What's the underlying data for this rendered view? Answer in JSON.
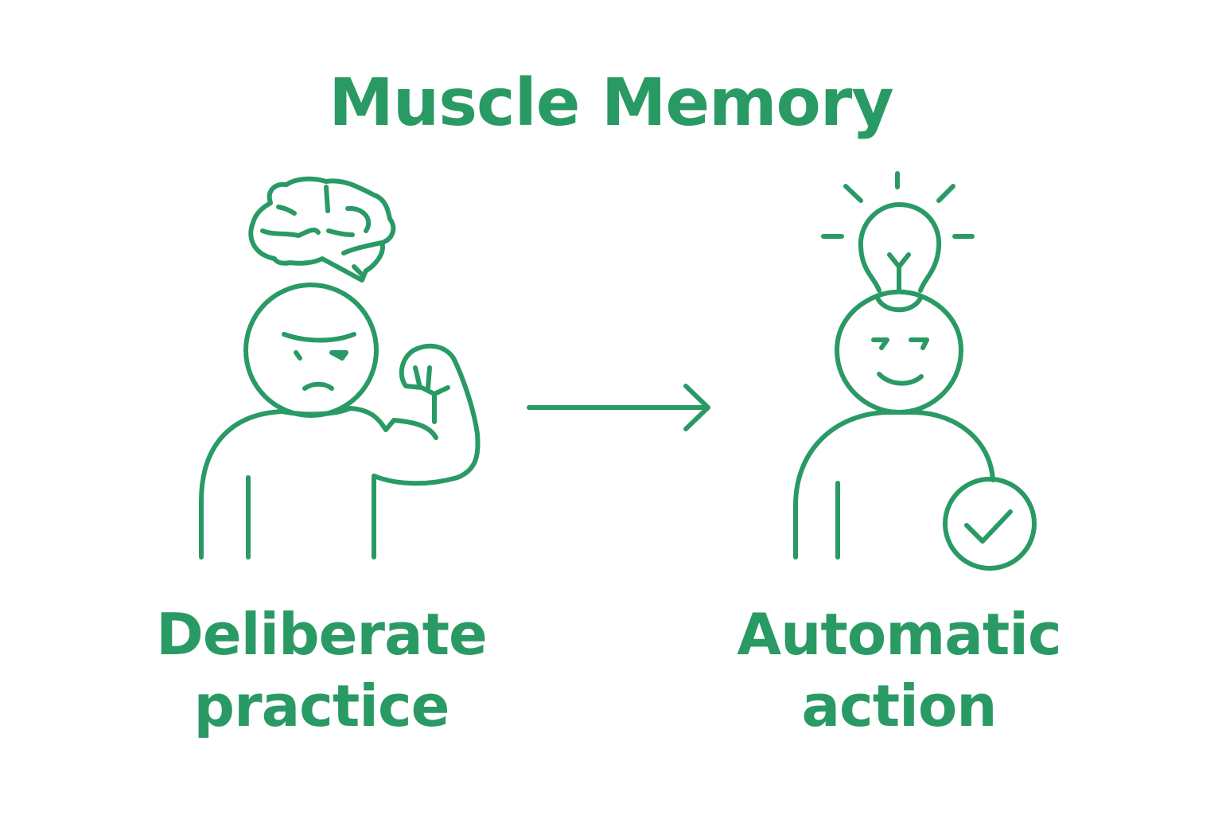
{
  "title": "Muscle Memory",
  "left": {
    "label_line1": "Deliberate",
    "label_line2": "practice",
    "icons": [
      "brain-icon",
      "flexing-person-icon"
    ]
  },
  "right": {
    "label_line1": "Automatic",
    "label_line2": "action",
    "icons": [
      "lightbulb-icon",
      "smiling-person-icon",
      "checkmark-circle-icon"
    ]
  },
  "arrow": "arrow-right-icon",
  "color": "#2a9a64"
}
